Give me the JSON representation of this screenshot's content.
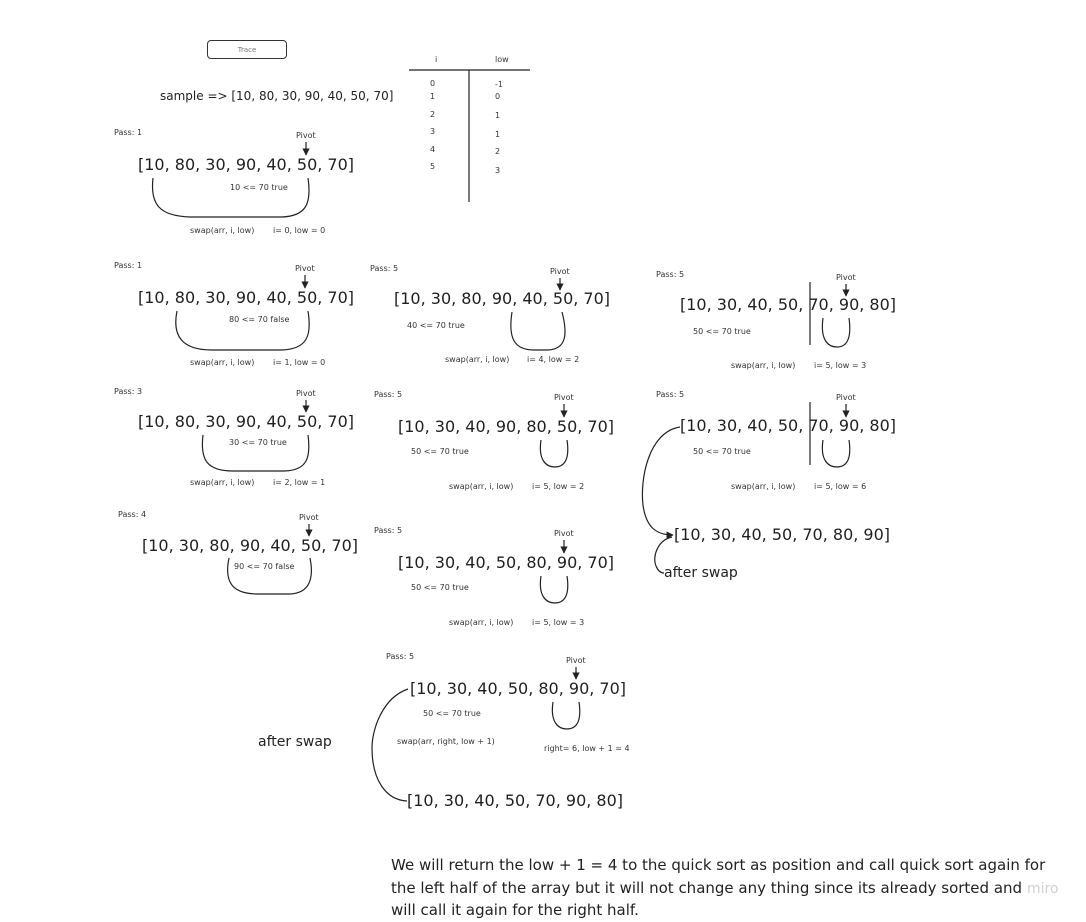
{
  "trace_label": "Trace",
  "sample": "sample => [10, 80, 30, 90, 40, 50, 70]",
  "table": {
    "col_i": "i",
    "col_low": "low",
    "i_values": [
      "0",
      "1",
      "2",
      "3",
      "4",
      "5"
    ],
    "low_values": [
      "-1",
      "0",
      "1",
      "1",
      "2",
      "3"
    ]
  },
  "pivot_label": "Pivot",
  "steps": [
    {
      "pass": "Pass: 1",
      "array": "[10, 80, 30, 90, 40, 50, 70]",
      "cmp": "10 <= 70 true",
      "swap": "swap(arr, i, low)",
      "state": "i= 0, low = 0"
    },
    {
      "pass": "Pass: 1",
      "array": "[10, 80, 30, 90, 40, 50, 70]",
      "cmp": "80 <= 70 false",
      "swap": "swap(arr, i, low)",
      "state": "i= 1, low = 0"
    },
    {
      "pass": "Pass: 3",
      "array": "[10, 80, 30, 90, 40, 50, 70]",
      "cmp": "30 <= 70 true",
      "swap": "swap(arr, i, low)",
      "state": "i= 2, low = 1"
    },
    {
      "pass": "Pass: 4",
      "array": "[10, 30, 80, 90, 40, 50, 70]",
      "cmp": "90 <= 70 false"
    },
    {
      "pass": "Pass: 5",
      "array": "[10, 30, 80, 90, 40, 50, 70]",
      "cmp": "40 <= 70 true",
      "swap": "swap(arr, i, low)",
      "state": "i= 4, low = 2"
    },
    {
      "pass": "Pass: 5",
      "array": "[10, 30, 40, 90, 80, 50, 70]",
      "cmp": "50 <= 70 true",
      "swap": "swap(arr, i, low)",
      "state": "i= 5, low = 2"
    },
    {
      "pass": "Pass: 5",
      "array": "[10, 30, 40, 50, 80, 90, 70]",
      "cmp": "50 <= 70 true",
      "swap": "swap(arr, i, low)",
      "state": "i= 5, low = 3"
    },
    {
      "pass": "Pass: 5",
      "array": "[10, 30, 40, 50, 70, 90, 80]",
      "cmp": "50 <= 70 true",
      "swap": "swap(arr, i, low)",
      "state": "i= 5, low = 3"
    },
    {
      "pass": "Pass: 5",
      "array": "[10, 30, 40, 50, 70, 90, 80]",
      "cmp": "50 <= 70 true",
      "swap": "swap(arr, i, low)",
      "state": "i= 5, low = 6"
    },
    {
      "pass": "Pass: 5",
      "array": "[10, 30, 40, 50, 80, 90, 70]",
      "cmp": "50 <= 70 true",
      "swap": "swap(arr, right, low + 1)",
      "state": "right= 6, low + 1 = 4"
    }
  ],
  "result_right": "[10, 30, 40, 50, 70, 80, 90]",
  "result_bottom": "[10, 30, 40, 50, 70, 90, 80]",
  "after_swap": "after swap",
  "note": "We will return the low + 1 = 4 to the quick sort as position and call quick sort again for the left half of the array but it will not change any thing since its already sorted and will call it again for the right half.",
  "watermark": "miro"
}
